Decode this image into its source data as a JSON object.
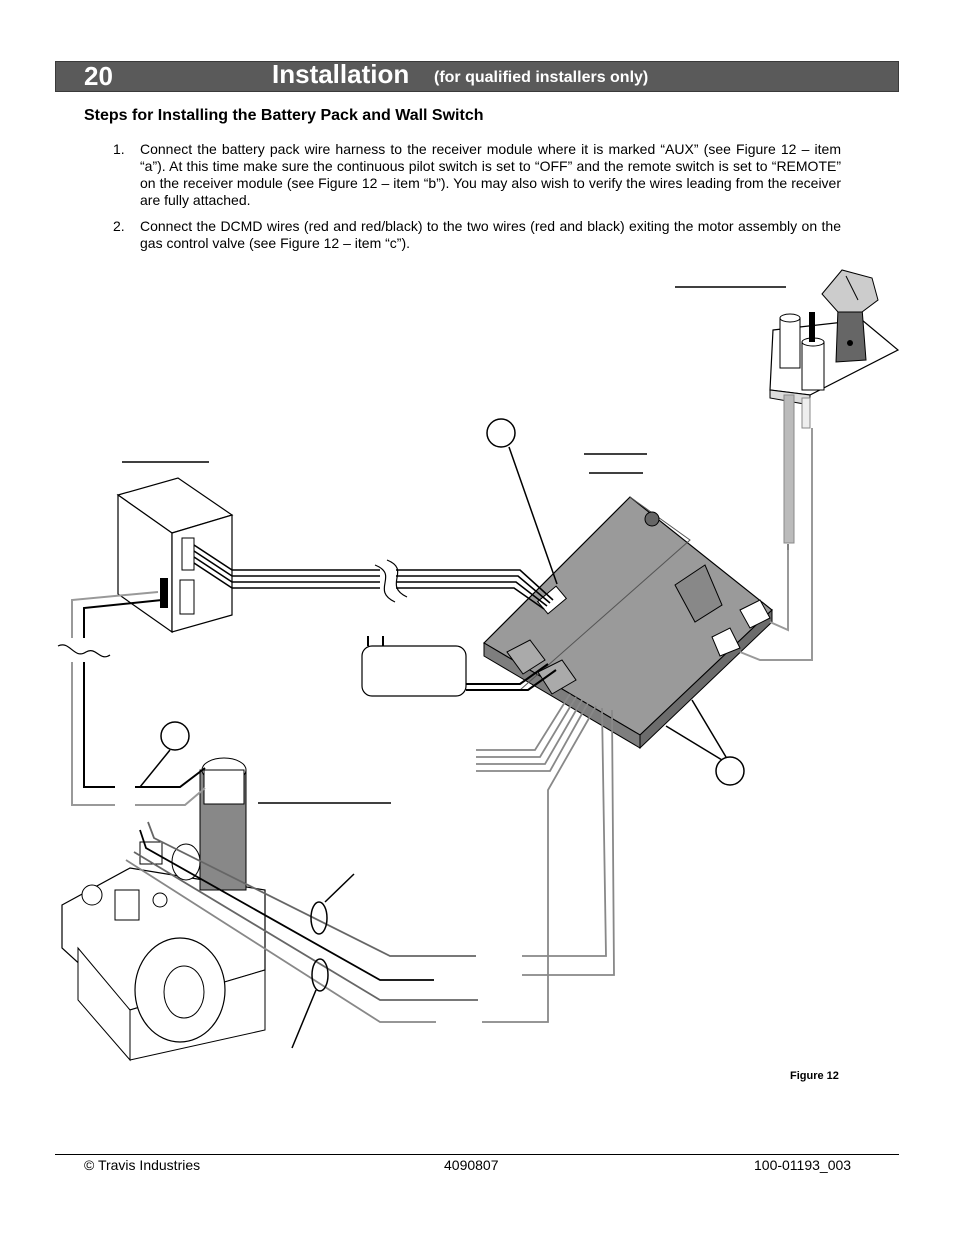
{
  "header": {
    "page_number": "20",
    "title": "Installation",
    "subtitle": "(for qualified installers only)"
  },
  "subheading": "Steps for Installing the Battery Pack and Wall Switch",
  "steps": [
    {
      "number": "1.",
      "text": "Connect the battery pack wire harness to the receiver module where it is marked “AUX” (see Figure 12 – item “a”).    At this time make sure the continuous pilot switch is set to “OFF” and the remote switch is set to “REMOTE” on the receiver module (see Figure 12 – item “b”).  You may also wish to verify the wires leading from the receiver are fully attached."
    },
    {
      "number": "2.",
      "text": "Connect the DCMD wires (red and red/black) to the two wires (red and black) exiting the motor assembly on the gas control valve (see Figure 12 – item “c”)."
    }
  ],
  "figure": {
    "caption": "Figure 12"
  },
  "footer": {
    "left": "© Travis Industries",
    "center": "4090807",
    "right": "100-01193_003"
  }
}
